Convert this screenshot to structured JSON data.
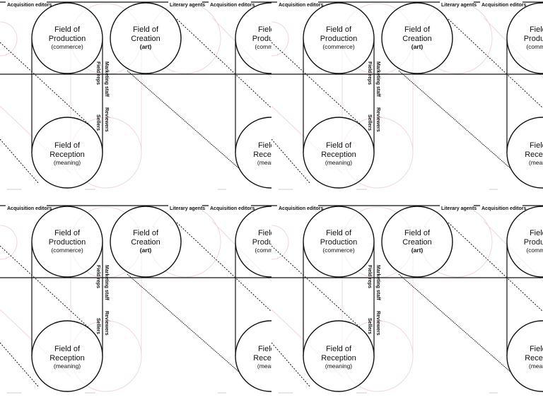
{
  "diagram": {
    "production": {
      "title1": "Field of",
      "title2": "Production",
      "subtitle": "(commerce)"
    },
    "creation": {
      "title1": "Field of",
      "title2": "Creation",
      "subtitle": "(art)"
    },
    "reception": {
      "title1": "Field of",
      "title2": "Reception",
      "subtitle": "(meaning)"
    },
    "labels": {
      "acquisition_editors": "Acquisition editors",
      "literary_agents": "Literary agents",
      "field_reps": "Field reps",
      "marketing_staff": "Marketing staff",
      "reviewers": "Reviewers",
      "sellers": "Sellers"
    }
  }
}
